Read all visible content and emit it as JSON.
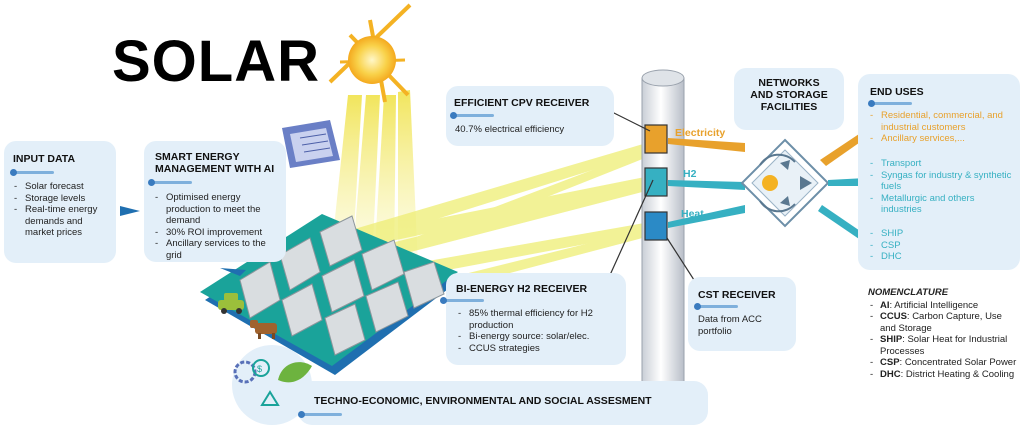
{
  "title": "SOLAR",
  "input_data": {
    "title": "INPUT DATA",
    "items": [
      "Solar forecast",
      "Storage levels",
      "Real-time energy demands and market prices"
    ]
  },
  "smart_energy": {
    "title": "SMART ENERGY\nMANAGEMENT WITH AI",
    "items": [
      "Optimised energy production to meet the demand",
      "30% ROI improvement",
      "Ancillary services to the grid"
    ]
  },
  "cpv_receiver": {
    "title": "EFFICIENT CPV RECEIVER",
    "text": "40.7%  electrical efficiency"
  },
  "h2_receiver": {
    "title": "BI-ENERGY H2 RECEIVER",
    "items": [
      "85% thermal efficiency for H2 production",
      "Bi-energy source: solar/elec.",
      "CCUS strategies"
    ]
  },
  "cst_receiver": {
    "title": "CST RECEIVER",
    "text": "Data from ACC portfolio"
  },
  "networks": {
    "title": "NETWORKS\nAND STORAGE\nFACILITIES"
  },
  "flows": {
    "electricity": "Electricity",
    "h2": "H2",
    "heat": "Heat"
  },
  "end_uses": {
    "title": "END USES",
    "electricity_items": [
      "Residential, commercial, and industrial customers",
      "Ancillary services,..."
    ],
    "h2_items": [
      "Transport",
      "Syngas for industry & synthetic fuels",
      "Metallurgic and others industries"
    ],
    "heat_items": [
      "SHIP",
      "CSP",
      "DHC"
    ]
  },
  "assessment": {
    "title": "TECHNO-ECONOMIC, ENVIRONMENTAL AND SOCIAL ASSESMENT"
  },
  "nomenclature": {
    "title": "NOMENCLATURE",
    "entries": [
      {
        "abbr": "AI",
        "text": ": Artificial Intelligence"
      },
      {
        "abbr": "CCUS",
        "text": ": Carbon Capture, Use and Storage"
      },
      {
        "abbr": "SHIP",
        "text": ": Solar Heat for Industrial Processes"
      },
      {
        "abbr": "CSP",
        "text": ": Concentrated Solar Power"
      },
      {
        "abbr": "DHC",
        "text": ": District Heating & Cooling"
      }
    ]
  },
  "colors": {
    "box_bg": "#e3eff9",
    "electricity": "#e8a12c",
    "h2_heat": "#36b0c2",
    "field_teal": "#1aa39a",
    "field_blue": "#1f6fb0",
    "sun": "#f4b223",
    "beam": "#f0f07a"
  },
  "icons": [
    "sun-icon",
    "tower-icon",
    "heliostat-icon",
    "car-icon",
    "cow-icon",
    "ai-chip-icon",
    "network-node-icon",
    "money-gear-icon",
    "leaf-icon",
    "recycle-icon"
  ]
}
